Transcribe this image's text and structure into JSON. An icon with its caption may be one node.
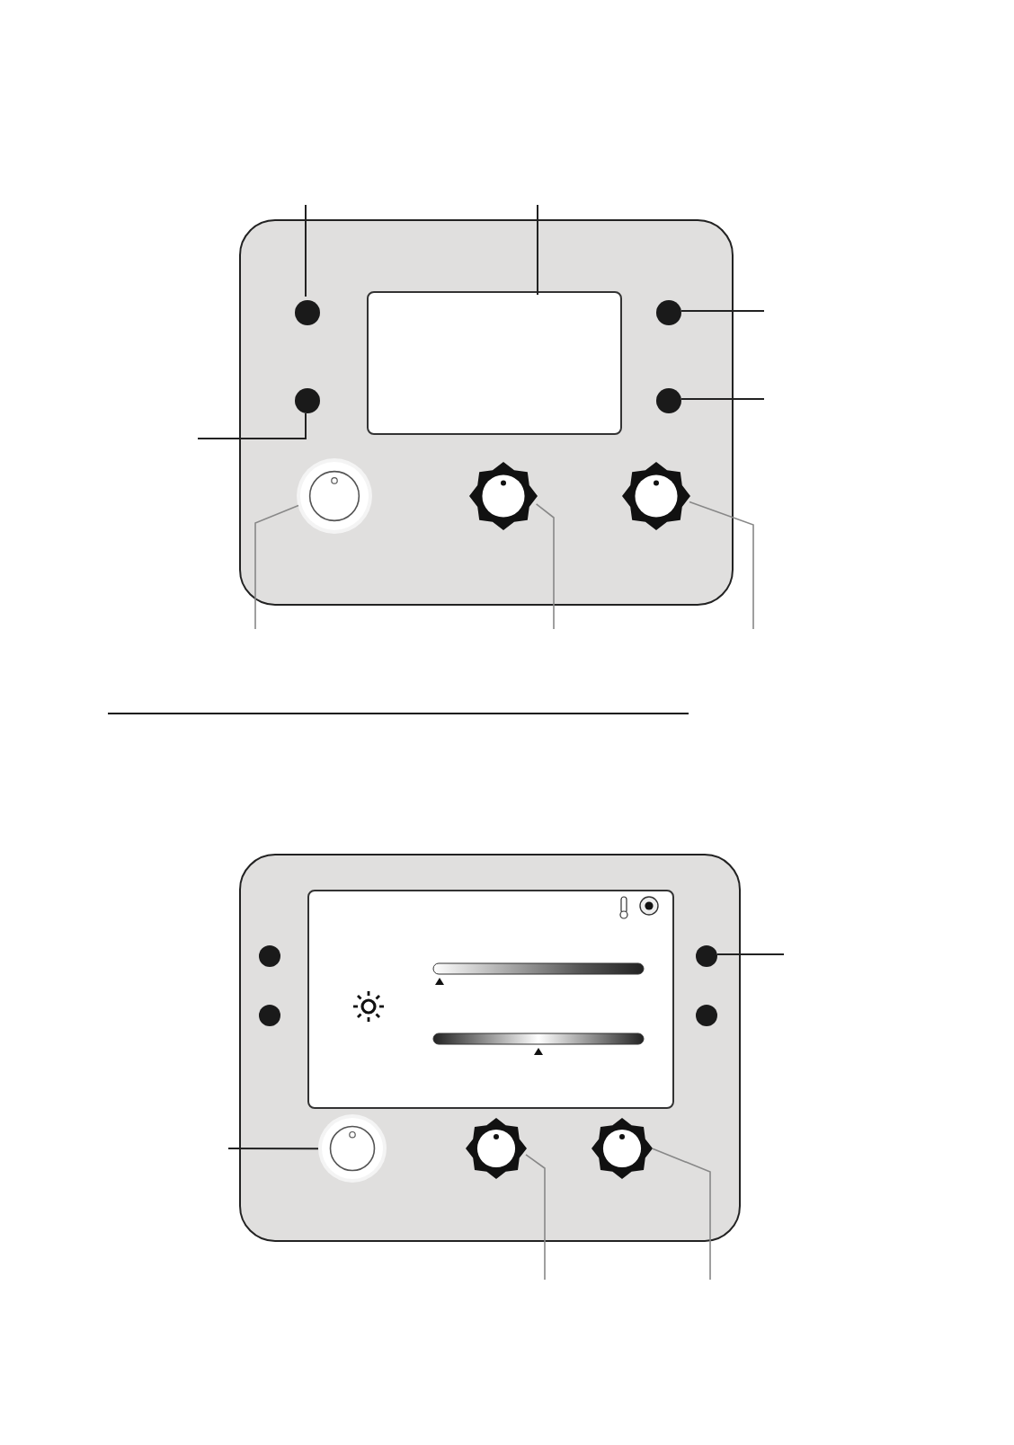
{
  "diagram": {
    "nodes": [
      {
        "text": [],
        "shape": "box"
      },
      {
        "text": [],
        "shape": "circle",
        "in": 0
      },
      {
        "text": [],
        "shape": "box",
        "in": 0
      },
      {
        "text": [],
        "shape": "circle",
        "in": 0
      },
      {
        "text": [],
        "shape": "circle",
        "in": 0
      },
      {
        "text": [],
        "shape": "circle",
        "in": 0
      },
      {
        "text": [],
        "shape": "circle",
        "in": 0
      },
      {
        "text": [],
        "shape": "knob",
        "in": 0
      },
      {
        "text": [],
        "shape": "knob",
        "in": 0
      },
      {
        "text": [],
        "shape": "box"
      },
      {
        "text": [],
        "shape": "box",
        "in": 9
      },
      {
        "text": [],
        "shape": "circle",
        "in": 9
      },
      {
        "text": [],
        "shape": "circle",
        "in": 9
      },
      {
        "text": [],
        "shape": "circle",
        "in": 9
      },
      {
        "text": [],
        "shape": "circle",
        "in": 9
      },
      {
        "text": [],
        "shape": "circle",
        "in": 9
      },
      {
        "text": [],
        "shape": "knob",
        "in": 9
      },
      {
        "text": [],
        "shape": "knob",
        "in": 9
      }
    ],
    "edges": [
      {
        "from": null,
        "to": 1,
        "arrow": "none"
      },
      {
        "from": null,
        "to": 2,
        "arrow": "none"
      },
      {
        "from": null,
        "to": 3,
        "arrow": "none"
      },
      {
        "from": null,
        "to": 5,
        "arrow": "none"
      },
      {
        "from": null,
        "to": 4,
        "arrow": "none"
      },
      {
        "from": null,
        "to": 6,
        "arrow": "none",
        "color": "#888888"
      },
      {
        "from": null,
        "to": 7,
        "arrow": "none",
        "color": "#888888"
      },
      {
        "from": null,
        "to": 8,
        "arrow": "none",
        "color": "#888888"
      },
      {
        "from": null,
        "to": 12,
        "arrow": "none"
      },
      {
        "from": null,
        "to": 15,
        "arrow": "none"
      },
      {
        "from": null,
        "to": 16,
        "arrow": "none",
        "color": "#888888"
      },
      {
        "from": null,
        "to": 17,
        "arrow": "none",
        "color": "#888888"
      }
    ]
  }
}
